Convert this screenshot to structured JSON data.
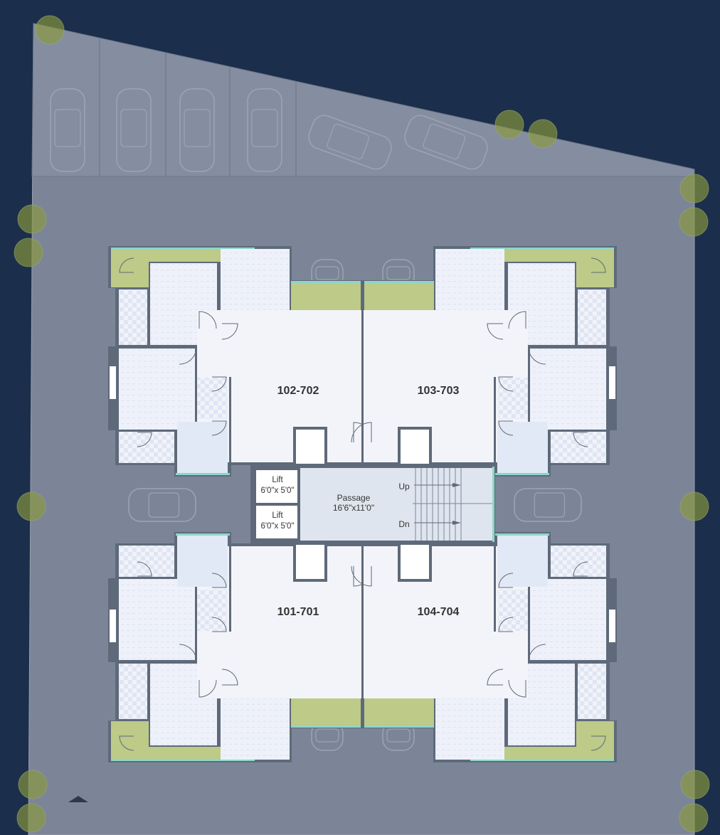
{
  "colors": {
    "background": "#1b2e4b",
    "site": "#7c8598",
    "parking": "#858ea0",
    "room": "#eef1fa",
    "living": "#f3f4f9",
    "kitchen": "#e2e9f6",
    "balcony": "#bdca88",
    "glass": "#8fd6c8",
    "wall": "#5e6a7a",
    "tree": "#8a9a3c"
  },
  "units": [
    {
      "label": "102-702"
    },
    {
      "label": "103-703"
    },
    {
      "label": "101-701"
    },
    {
      "label": "104-704"
    }
  ],
  "core": {
    "lifts": [
      {
        "name": "Lift",
        "size": "6'0\"x 5'0\""
      },
      {
        "name": "Lift",
        "size": "6'0\"x 5'0\""
      }
    ],
    "passage": {
      "name": "Passage",
      "size": "16'6\"x11'0\""
    },
    "stairs": {
      "up": "Up",
      "down": "Dn"
    }
  }
}
